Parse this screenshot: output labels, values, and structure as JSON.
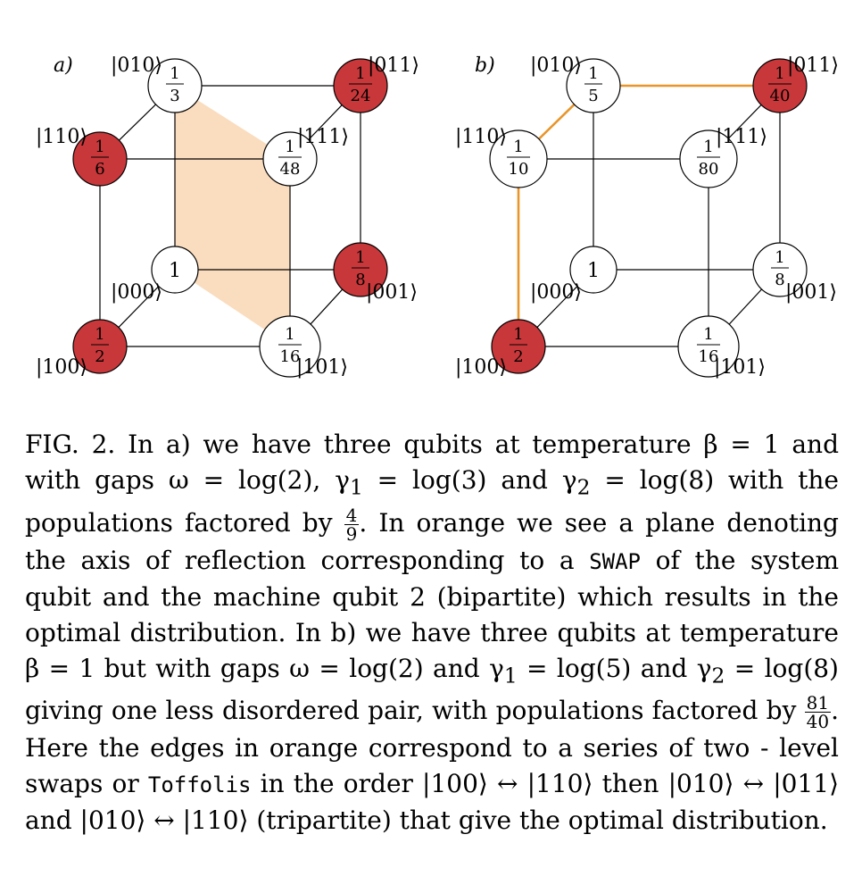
{
  "panels": [
    {
      "label": "a)",
      "kets": {
        "k010": "|010⟩",
        "k011": "|011⟩",
        "k110": "|110⟩",
        "k111": "|111⟩",
        "k000": "|000⟩",
        "k001": "|001⟩",
        "k100": "|100⟩",
        "k101": "|101⟩"
      },
      "nodes": {
        "n010": {
          "num": "1",
          "den": "3",
          "red": false
        },
        "n011": {
          "num": "1",
          "den": "24",
          "red": true
        },
        "n110": {
          "num": "1",
          "den": "6",
          "red": true
        },
        "n111": {
          "num": "1",
          "den": "48",
          "red": false
        },
        "n000": {
          "value": "1",
          "red": false
        },
        "n001": {
          "num": "1",
          "den": "8",
          "red": true
        },
        "n100": {
          "num": "1",
          "den": "2",
          "red": true
        },
        "n101": {
          "num": "1",
          "den": "16",
          "red": false
        }
      }
    },
    {
      "label": "b)",
      "kets": {
        "k010": "|010⟩",
        "k011": "|011⟩",
        "k110": "|110⟩",
        "k111": "|111⟩",
        "k000": "|000⟩",
        "k001": "|001⟩",
        "k100": "|100⟩",
        "k101": "|101⟩"
      },
      "nodes": {
        "n010": {
          "num": "1",
          "den": "5",
          "red": false
        },
        "n011": {
          "num": "1",
          "den": "40",
          "red": true
        },
        "n110": {
          "num": "1",
          "den": "10",
          "red": false
        },
        "n111": {
          "num": "1",
          "den": "80",
          "red": false
        },
        "n000": {
          "value": "1",
          "red": false
        },
        "n001": {
          "num": "1",
          "den": "8",
          "red": false
        },
        "n100": {
          "num": "1",
          "den": "2",
          "red": true
        },
        "n101": {
          "num": "1",
          "den": "16",
          "red": false
        }
      }
    }
  ],
  "colors": {
    "red": "#c8373a",
    "orange": "#e8952a",
    "plane": "#f9d6b3"
  },
  "caption": {
    "p1": "FIG. 2. In a) we have three qubits at temperature β = 1 and with gaps ω = log(2), γ",
    "sub1": "1",
    "p2": " = log(3) and γ",
    "sub2": "2",
    "p3": " = log(8) with the populations factored by ",
    "frac1_num": "4",
    "frac1_den": "9",
    "p4": ". In orange we see a plane denoting the axis of reflection corresponding to a ",
    "swap": "SWAP",
    "p5": " of the system qubit and the machine qubit 2 (bipartite) which results in the optimal distribution. In b) we have three qubits at temperature β = 1 but with gaps ω = log(2) and γ",
    "sub3": "1",
    "p6": " = log(5) and γ",
    "sub4": "2",
    "p7": " = log(8) giving one less disordered pair, with populations factored by ",
    "frac2_num": "81",
    "frac2_den": "40",
    "p8": ". Here the edges in orange correspond to a series of two - level swaps or ",
    "toffolis": "Toffolis",
    "p9": " in the order |100⟩ ↔ |110⟩ then |010⟩ ↔ |011⟩ and |010⟩ ↔ |110⟩ (tripartite) that give the optimal distribution."
  }
}
